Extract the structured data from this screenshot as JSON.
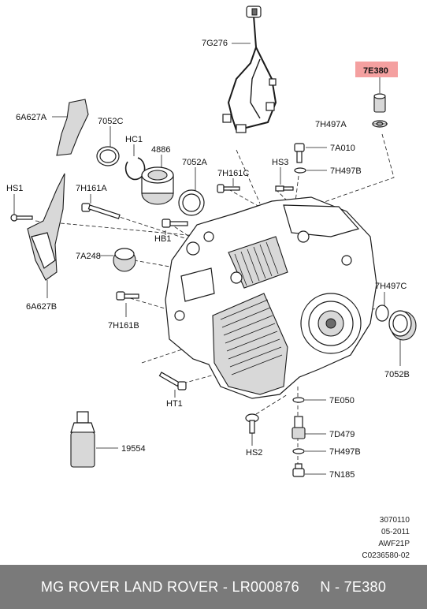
{
  "labels": {
    "l_7g276": "7G276",
    "l_6a627a": "6A627A",
    "l_7052c": "7052C",
    "l_hc1": "HC1",
    "l_4886": "4886",
    "l_7052a": "7052A",
    "l_7h161c": "7H161C",
    "l_hs3": "HS3",
    "l_7e380": "7E380",
    "l_7h497a": "7H497A",
    "l_7a010": "7A010",
    "l_7h497b_top": "7H497B",
    "l_hs1": "HS1",
    "l_7h161a": "7H161A",
    "l_hb1": "HB1",
    "l_7a248": "7A248",
    "l_6a627b": "6A627B",
    "l_7h161b": "7H161B",
    "l_7h497c": "7H497C",
    "l_7052b": "7052B",
    "l_7e050": "7E050",
    "l_ht1": "HT1",
    "l_19554": "19554",
    "l_7d479": "7D479",
    "l_hs2": "HS2",
    "l_7h497b_bot": "7H497B",
    "l_7n185": "7N185"
  },
  "meta": {
    "line1": "3070110",
    "line2": "05-2011",
    "line3": "AWF21P",
    "line4": "C0236580-02"
  },
  "footer": {
    "text": "MG ROVER LAND ROVER - LR000876     N - 7E380"
  },
  "colors": {
    "highlight": "#f4a0a0",
    "footer_bg": "#7a7a7a",
    "footer_text": "#ffffff"
  }
}
